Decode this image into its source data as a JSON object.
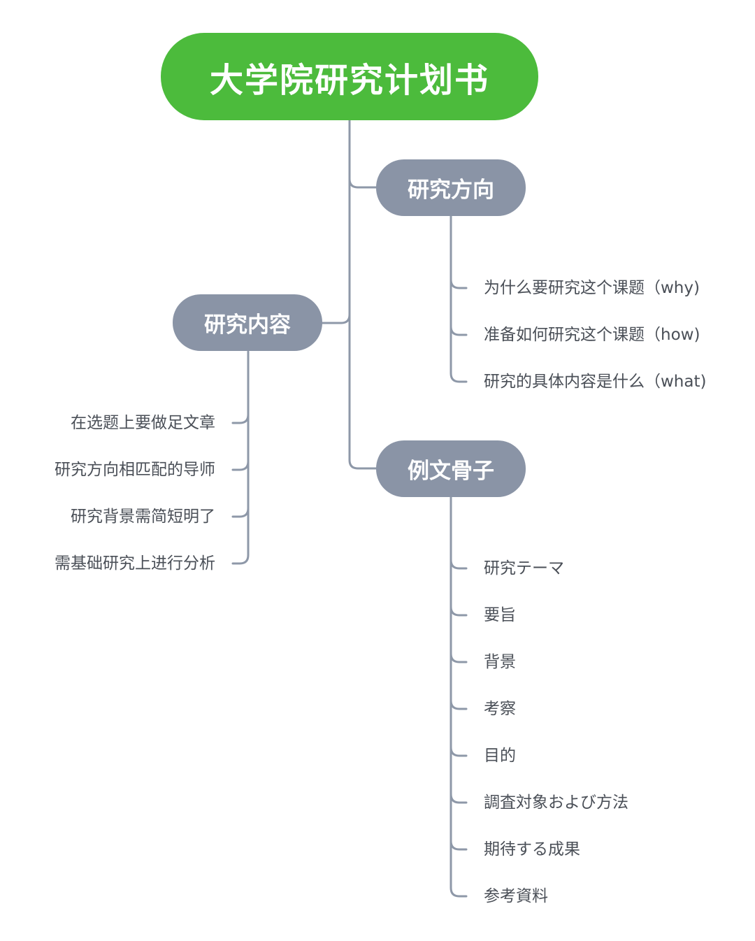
{
  "root": {
    "label": "大学院研究计划书",
    "color": "#4cbb3c"
  },
  "branches": {
    "direction": {
      "label": "研究方向",
      "children": [
        "为什么要研究这个课题（why)",
        "准备如何研究这个课题（how)",
        "研究的具体内容是什么（what)"
      ]
    },
    "content": {
      "label": "研究内容",
      "children": [
        "在选题上要做足文章",
        "研究方向相匹配的导师",
        "研究背景需简短明了",
        "需基础研究上进行分析"
      ]
    },
    "example": {
      "label": "例文骨子",
      "children": [
        "研究テーマ",
        "要旨",
        "背景",
        "考察",
        "目的",
        "調査対象および方法",
        "期待する成果",
        "参考資料"
      ]
    }
  },
  "colors": {
    "node": "#8a94a6",
    "line": "#8e98a8",
    "text": "#4a4f57"
  }
}
